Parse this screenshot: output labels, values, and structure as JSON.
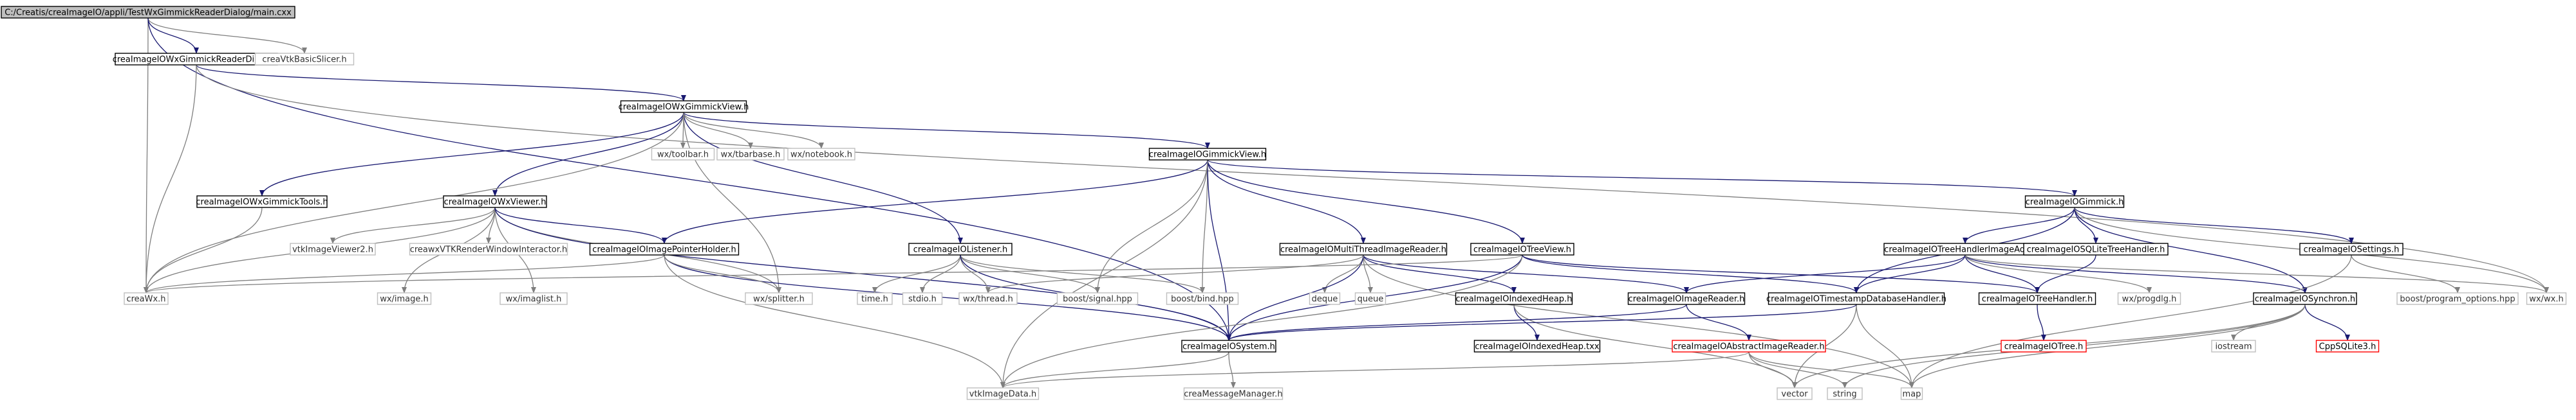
{
  "graph": {
    "colors": {
      "background": "#ffffff",
      "root_fill": "#bfbfbf",
      "project_border": "#000000",
      "external_border": "#bfbfbf",
      "missing_border": "#ff0000",
      "project_edge": "#191970",
      "external_edge": "#7f7f7f"
    },
    "nodes": [
      {
        "id": "main",
        "label": "C:/Creatis/creaImageIO/appli/TestWxGimmickReaderDialog/main.cxx",
        "kind": "root"
      },
      {
        "id": "dialog_h",
        "label": "creaImageIOWxGimmickReaderDialog.h",
        "kind": "project"
      },
      {
        "id": "basicslicer",
        "label": "creaVtkBasicSlicer.h",
        "kind": "external"
      },
      {
        "id": "wxgimmickview",
        "label": "creaImageIOWxGimmickView.h",
        "kind": "project"
      },
      {
        "id": "toolbar",
        "label": "wx/toolbar.h",
        "kind": "external"
      },
      {
        "id": "tbarbase",
        "label": "wx/tbarbase.h",
        "kind": "external"
      },
      {
        "id": "notebook",
        "label": "wx/notebook.h",
        "kind": "external"
      },
      {
        "id": "gimmickview",
        "label": "creaImageIOGimmickView.h",
        "kind": "project"
      },
      {
        "id": "wxgimmicktools",
        "label": "creaImageIOWxGimmickTools.h",
        "kind": "project"
      },
      {
        "id": "wxviewer",
        "label": "creaImageIOWxViewer.h",
        "kind": "project"
      },
      {
        "id": "gimmick",
        "label": "creaImageIOGimmick.h",
        "kind": "project"
      },
      {
        "id": "imageviewer2",
        "label": "vtkImageViewer2.h",
        "kind": "external"
      },
      {
        "id": "vtkrwi",
        "label": "creawxVTKRenderWindowInteractor.h",
        "kind": "external"
      },
      {
        "id": "pointerholder",
        "label": "creaImageIOImagePointerHolder.h",
        "kind": "project"
      },
      {
        "id": "listener",
        "label": "creaImageIOListener.h",
        "kind": "project"
      },
      {
        "id": "multithread",
        "label": "creaImageIOMultiThreadImageReader.h",
        "kind": "project"
      },
      {
        "id": "treeview",
        "label": "creaImageIOTreeView.h",
        "kind": "project"
      },
      {
        "id": "treehandleradder",
        "label": "creaImageIOTreeHandlerImageAdder.h",
        "kind": "project"
      },
      {
        "id": "sqlitetreehandler",
        "label": "creaImageIOSQLiteTreeHandler.h",
        "kind": "project"
      },
      {
        "id": "settings",
        "label": "creaImageIOSettings.h",
        "kind": "project"
      },
      {
        "id": "creawx",
        "label": "creaWx.h",
        "kind": "external"
      },
      {
        "id": "wximage",
        "label": "wx/image.h",
        "kind": "external"
      },
      {
        "id": "imaglist",
        "label": "wx/imaglist.h",
        "kind": "external"
      },
      {
        "id": "splitter",
        "label": "wx/splitter.h",
        "kind": "external"
      },
      {
        "id": "time",
        "label": "time.h",
        "kind": "external"
      },
      {
        "id": "stdio",
        "label": "stdio.h",
        "kind": "external"
      },
      {
        "id": "thread",
        "label": "wx/thread.h",
        "kind": "external"
      },
      {
        "id": "signal",
        "label": "boost/signal.hpp",
        "kind": "external"
      },
      {
        "id": "bind",
        "label": "boost/bind.hpp",
        "kind": "external"
      },
      {
        "id": "deque",
        "label": "deque",
        "kind": "external"
      },
      {
        "id": "queue",
        "label": "queue",
        "kind": "external"
      },
      {
        "id": "indexedheap",
        "label": "creaImageIOIndexedHeap.h",
        "kind": "project"
      },
      {
        "id": "imagereader",
        "label": "creaImageIOImageReader.h",
        "kind": "project"
      },
      {
        "id": "timestampdb",
        "label": "creaImageIOTimestampDatabaseHandler.h",
        "kind": "project"
      },
      {
        "id": "treehandler",
        "label": "creaImageIOTreeHandler.h",
        "kind": "project"
      },
      {
        "id": "progdlg",
        "label": "wx/progdlg.h",
        "kind": "external"
      },
      {
        "id": "synchron",
        "label": "creaImageIOSynchron.h",
        "kind": "project"
      },
      {
        "id": "programoptions",
        "label": "boost/program_options.hpp",
        "kind": "external"
      },
      {
        "id": "wxwx",
        "label": "wx/wx.h",
        "kind": "external"
      },
      {
        "id": "system",
        "label": "creaImageIOSystem.h",
        "kind": "project"
      },
      {
        "id": "indexedheaptxx",
        "label": "creaImageIOIndexedHeap.txx",
        "kind": "project"
      },
      {
        "id": "abstractreader",
        "label": "creaImageIOAbstractImageReader.h",
        "kind": "missing"
      },
      {
        "id": "tree",
        "label": "creaImageIOTree.h",
        "kind": "missing"
      },
      {
        "id": "iostream",
        "label": "iostream",
        "kind": "external"
      },
      {
        "id": "cppsqlite",
        "label": "CppSQLite3.h",
        "kind": "missing"
      },
      {
        "id": "vtkimagedata",
        "label": "vtkImageData.h",
        "kind": "external"
      },
      {
        "id": "messagemanager",
        "label": "creaMessageManager.h",
        "kind": "external"
      },
      {
        "id": "vector",
        "label": "vector",
        "kind": "external"
      },
      {
        "id": "string",
        "label": "string",
        "kind": "external"
      },
      {
        "id": "map",
        "label": "map",
        "kind": "external"
      }
    ],
    "edges": [
      [
        "main",
        "dialog_h"
      ],
      [
        "main",
        "basicslicer"
      ],
      [
        "main",
        "creawx"
      ],
      [
        "main",
        "system"
      ],
      [
        "dialog_h",
        "wxgimmickview"
      ],
      [
        "dialog_h",
        "creawx"
      ],
      [
        "dialog_h",
        "wxwx"
      ],
      [
        "wxgimmickview",
        "toolbar"
      ],
      [
        "wxgimmickview",
        "tbarbase"
      ],
      [
        "wxgimmickview",
        "notebook"
      ],
      [
        "wxgimmickview",
        "gimmickview"
      ],
      [
        "wxgimmickview",
        "wxgimmicktools"
      ],
      [
        "wxgimmickview",
        "wxviewer"
      ],
      [
        "wxgimmickview",
        "listener"
      ],
      [
        "wxgimmickview",
        "creawx"
      ],
      [
        "wxgimmickview",
        "splitter"
      ],
      [
        "gimmickview",
        "gimmick"
      ],
      [
        "gimmickview",
        "pointerholder"
      ],
      [
        "gimmickview",
        "multithread"
      ],
      [
        "gimmickview",
        "treeview"
      ],
      [
        "gimmickview",
        "signal"
      ],
      [
        "gimmickview",
        "bind"
      ],
      [
        "gimmickview",
        "system"
      ],
      [
        "gimmickview",
        "vtkimagedata"
      ],
      [
        "wxgimmicktools",
        "creawx"
      ],
      [
        "wxviewer",
        "imageviewer2"
      ],
      [
        "wxviewer",
        "vtkrwi"
      ],
      [
        "wxviewer",
        "pointerholder"
      ],
      [
        "wxviewer",
        "creawx"
      ],
      [
        "wxviewer",
        "wximage"
      ],
      [
        "wxviewer",
        "imaglist"
      ],
      [
        "wxviewer",
        "splitter"
      ],
      [
        "wxviewer",
        "system"
      ],
      [
        "gimmick",
        "treehandleradder"
      ],
      [
        "gimmick",
        "sqlitetreehandler"
      ],
      [
        "gimmick",
        "settings"
      ],
      [
        "gimmick",
        "synchron"
      ],
      [
        "gimmick",
        "timestampdb"
      ],
      [
        "gimmick",
        "wxwx"
      ],
      [
        "pointerholder",
        "creawx"
      ],
      [
        "pointerholder",
        "system"
      ],
      [
        "pointerholder",
        "vtkimagedata"
      ],
      [
        "pointerholder",
        "splitter"
      ],
      [
        "listener",
        "time"
      ],
      [
        "listener",
        "stdio"
      ],
      [
        "listener",
        "thread"
      ],
      [
        "listener",
        "signal"
      ],
      [
        "listener",
        "bind"
      ],
      [
        "listener",
        "system"
      ],
      [
        "multithread",
        "deque"
      ],
      [
        "multithread",
        "queue"
      ],
      [
        "multithread",
        "indexedheap"
      ],
      [
        "multithread",
        "imagereader"
      ],
      [
        "multithread",
        "thread"
      ],
      [
        "multithread",
        "system"
      ],
      [
        "multithread",
        "map"
      ],
      [
        "treeview",
        "treehandler"
      ],
      [
        "treeview",
        "system"
      ],
      [
        "treeview",
        "vtkimagedata"
      ],
      [
        "treeview",
        "timestampdb"
      ],
      [
        "treeview",
        "creawx"
      ],
      [
        "treehandleradder",
        "treehandler"
      ],
      [
        "treehandleradder",
        "timestampdb"
      ],
      [
        "treehandleradder",
        "synchron"
      ],
      [
        "treehandleradder",
        "progdlg"
      ],
      [
        "treehandleradder",
        "imagereader"
      ],
      [
        "treehandleradder",
        "wxwx"
      ],
      [
        "sqlitetreehandler",
        "treehandler"
      ],
      [
        "settings",
        "programoptions"
      ],
      [
        "settings",
        "map"
      ],
      [
        "indexedheap",
        "indexedheaptxx"
      ],
      [
        "indexedheap",
        "vector"
      ],
      [
        "imagereader",
        "abstractreader"
      ],
      [
        "imagereader",
        "system"
      ],
      [
        "timestampdb",
        "map"
      ],
      [
        "timestampdb",
        "vector"
      ],
      [
        "timestampdb",
        "system"
      ],
      [
        "treehandler",
        "tree"
      ],
      [
        "synchron",
        "iostream"
      ],
      [
        "synchron",
        "cppsqlite"
      ],
      [
        "synchron",
        "vector"
      ],
      [
        "synchron",
        "string"
      ],
      [
        "synchron",
        "map"
      ],
      [
        "system",
        "vtkimagedata"
      ],
      [
        "system",
        "messagemanager"
      ],
      [
        "abstractreader",
        "vtkimagedata"
      ],
      [
        "abstractreader",
        "vector"
      ],
      [
        "abstractreader",
        "string"
      ],
      [
        "abstractreader",
        "map"
      ]
    ]
  }
}
